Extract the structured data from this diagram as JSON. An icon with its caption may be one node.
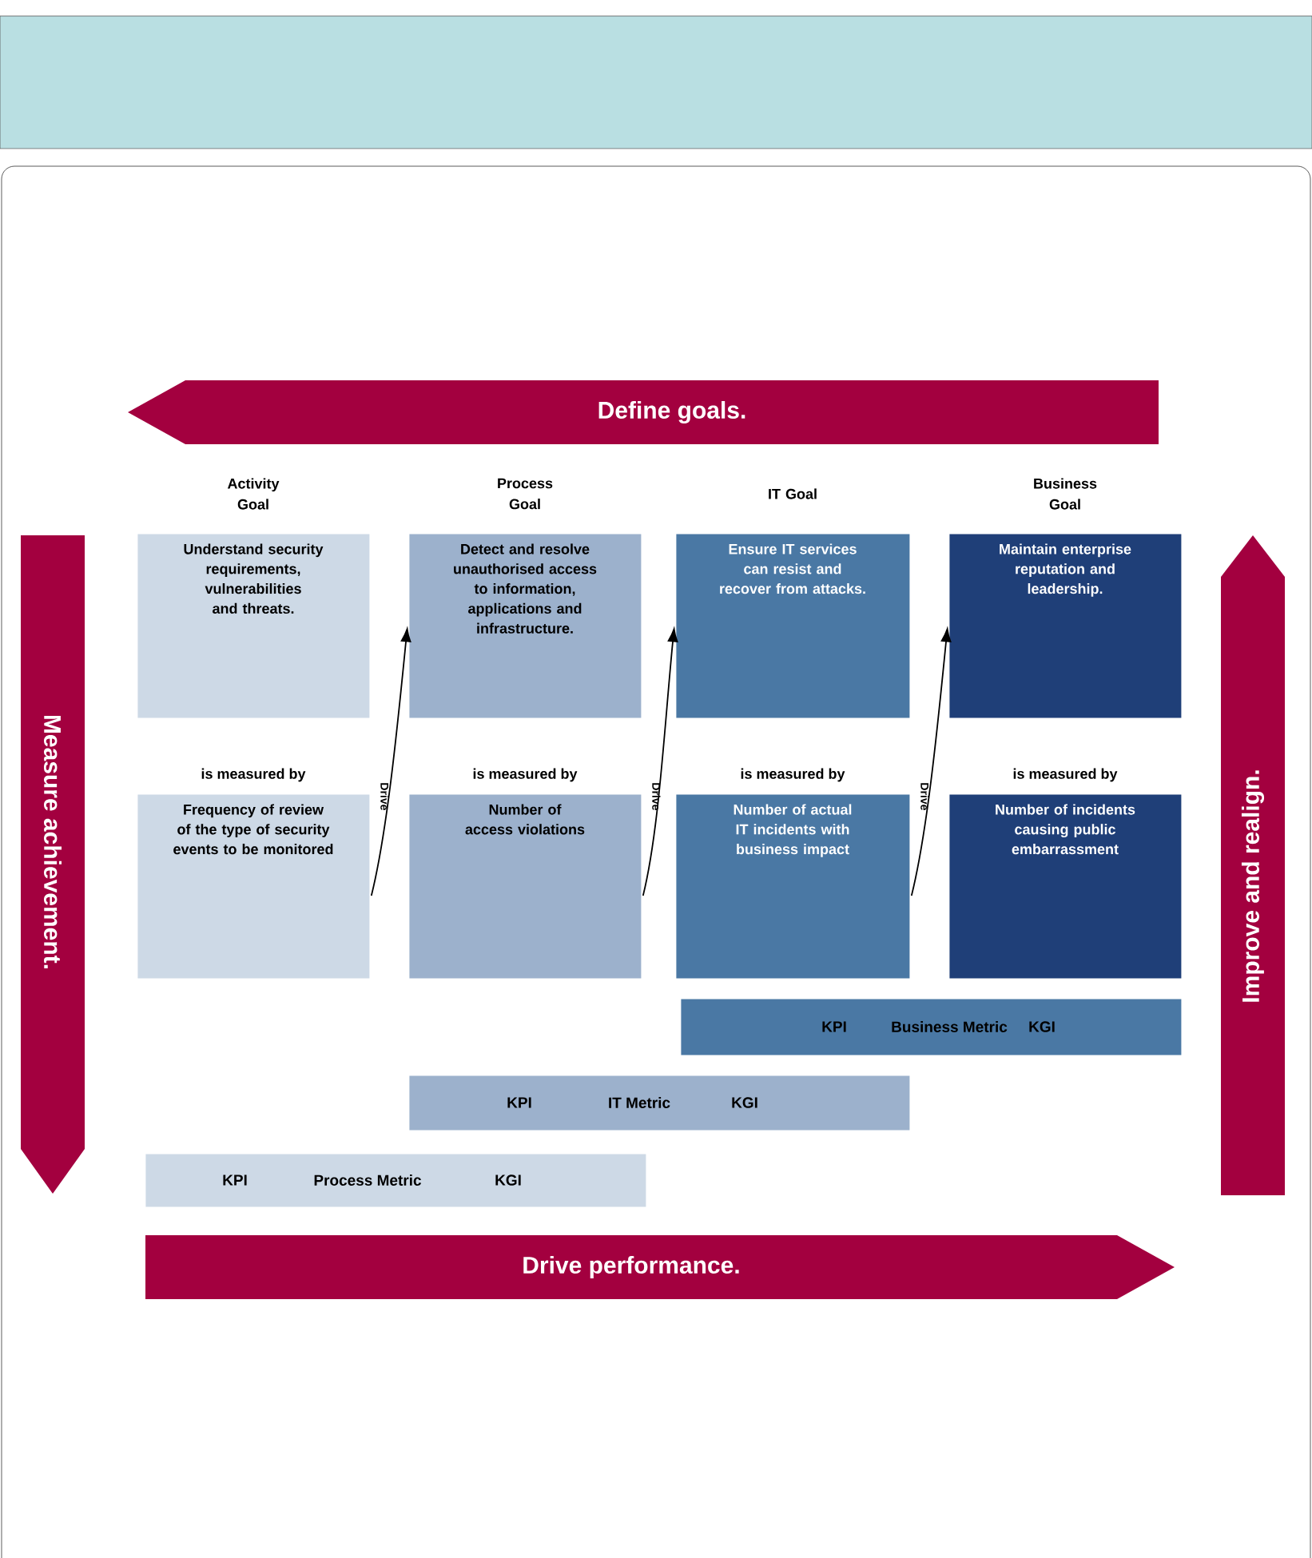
{
  "diagram": {
    "nodes": [
      {
        "text": [
          "Activity Goal",
          "Understand security requirements, vulnerabilities and threats."
        ]
      },
      {
        "text": [
          "Process Goal",
          "Detect and resolve unauthorised access to information, applications and infrastructure."
        ]
      },
      {
        "text": [
          "IT Goal",
          "Ensure IT services can resist and recover from attacks."
        ]
      },
      {
        "text": [
          "Business Goal",
          "Maintain enterprise reputation and leadership."
        ]
      },
      {
        "text": [
          "is measured by",
          "Frequency of review of the type of security events to be monitored"
        ]
      },
      {
        "text": [
          "is measured by",
          "Number of access violations"
        ]
      },
      {
        "text": [
          "is measured by",
          "Number of actual IT incidents with business impact"
        ]
      },
      {
        "text": [
          "is measured by",
          "Number of incidents causing public embarrassment"
        ]
      },
      {
        "text": [
          "KPI",
          "Business Metric",
          "KGI"
        ]
      },
      {
        "text": [
          "KPI",
          "IT Metric",
          "KGI"
        ]
      },
      {
        "text": [
          "KPI",
          "Process Metric",
          "KGI"
        ]
      },
      {
        "text": [
          "Define goals."
        ]
      },
      {
        "text": [
          "Measure achievement."
        ]
      },
      {
        "text": [
          "Improve and realign."
        ]
      },
      {
        "text": [
          "Drive performance."
        ]
      }
    ],
    "edges": [
      {
        "from": 4,
        "to": 1,
        "arrow": "to",
        "label": "Drive"
      },
      {
        "from": 5,
        "to": 2,
        "arrow": "to",
        "label": "Drive"
      },
      {
        "from": 6,
        "to": 3,
        "arrow": "to",
        "label": "Drive"
      }
    ]
  }
}
